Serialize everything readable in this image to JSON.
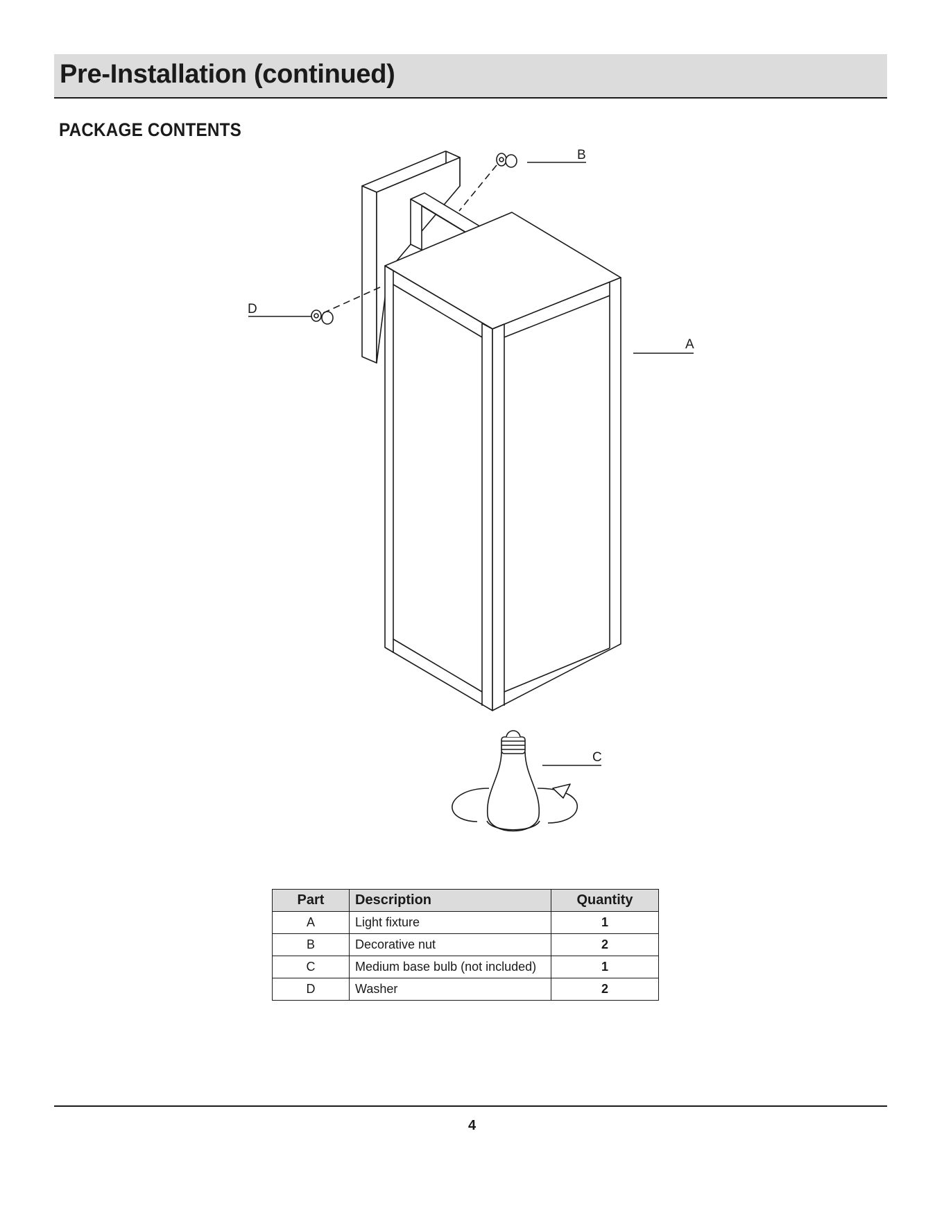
{
  "header": {
    "title": "Pre-Installation (continued)"
  },
  "section": {
    "title": "PACKAGE CONTENTS"
  },
  "callouts": {
    "a": "A",
    "b": "B",
    "c": "C",
    "d": "D"
  },
  "table": {
    "headers": {
      "part": "Part",
      "description": "Description",
      "quantity": "Quantity"
    },
    "rows": [
      {
        "part": "A",
        "description": "Light fixture",
        "quantity": "1"
      },
      {
        "part": "B",
        "description": "Decorative nut",
        "quantity": "2"
      },
      {
        "part": "C",
        "description": "Medium base bulb (not included)",
        "quantity": "1"
      },
      {
        "part": "D",
        "description": "Washer",
        "quantity": "2"
      }
    ]
  },
  "footer": {
    "page_number": "4"
  },
  "colors": {
    "header_band": "#dcdcdc",
    "text": "#1a1a1a"
  }
}
